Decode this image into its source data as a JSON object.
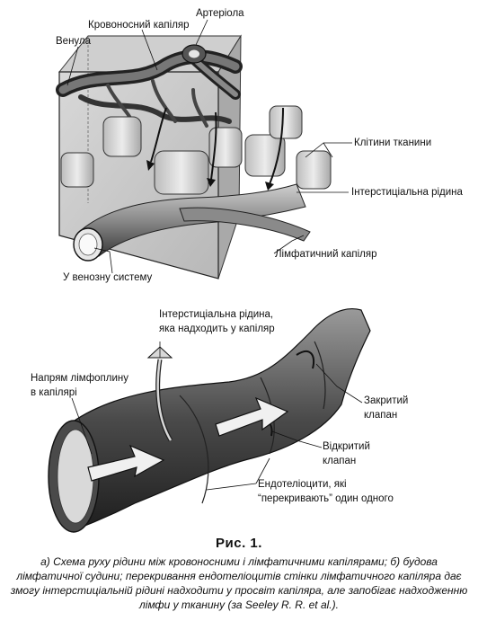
{
  "diagram_a": {
    "labels": {
      "arteriole": "Артеріола",
      "blood_capillary": "Кровоносний капіляр",
      "venule": "Венула",
      "tissue_cells": "Клітини тканини",
      "interstitial_fluid": "Інтерстиціальна  рідина",
      "lymph_capillary": "Лімфатичний капіляр",
      "to_venous_system": "У венозну систему"
    }
  },
  "diagram_b": {
    "labels": {
      "interstitial_fluid_line1": "Інтерстиціальна  рідина,",
      "interstitial_fluid_line2": "яка надходить у капіляр",
      "flow_direction_line1": "Напрям лімфоплину",
      "flow_direction_line2": "в капілярі",
      "closed_valve_line1": "Закритий",
      "closed_valve_line2": "клапан",
      "open_valve_line1": "Відкритий",
      "open_valve_line2": "клапан",
      "endothelial_line1": "Ендотеліоцити, які",
      "endothelial_line2": "“перекривають” один одного"
    }
  },
  "caption": {
    "title": "Рис. 1.",
    "text": "а) Схема руху рідини між кровоносними і лімфатичними капілярами; б) будова лімфатичної судини; перекривання ендотеліоцитів стінки лімфатичного капіляра дає змогу інтерстиціальній рідині надходити у просвіт капіляра, але запобігає надходженню лімфи у тканину (за Seeley R. R. et al.)."
  }
}
